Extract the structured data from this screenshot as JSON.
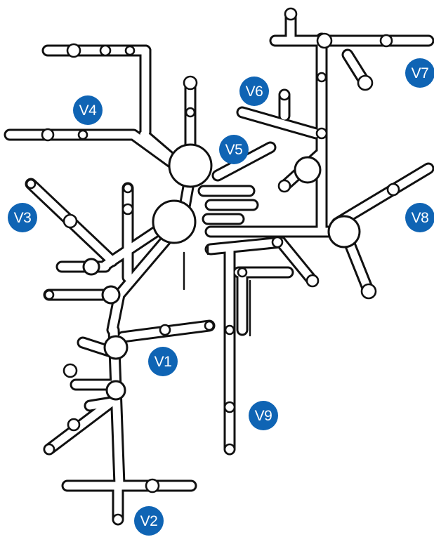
{
  "figure": {
    "badge_color": "#0f64b4",
    "line_color": "#111111",
    "background": "#ffffff"
  },
  "regions": [
    {
      "id": "v1",
      "label": "V1"
    },
    {
      "id": "v2",
      "label": "V2"
    },
    {
      "id": "v3",
      "label": "V3"
    },
    {
      "id": "v4",
      "label": "V4"
    },
    {
      "id": "v5",
      "label": "V5"
    },
    {
      "id": "v6",
      "label": "V6"
    },
    {
      "id": "v7",
      "label": "V7"
    },
    {
      "id": "v8",
      "label": "V8"
    },
    {
      "id": "v9",
      "label": "V9"
    }
  ]
}
